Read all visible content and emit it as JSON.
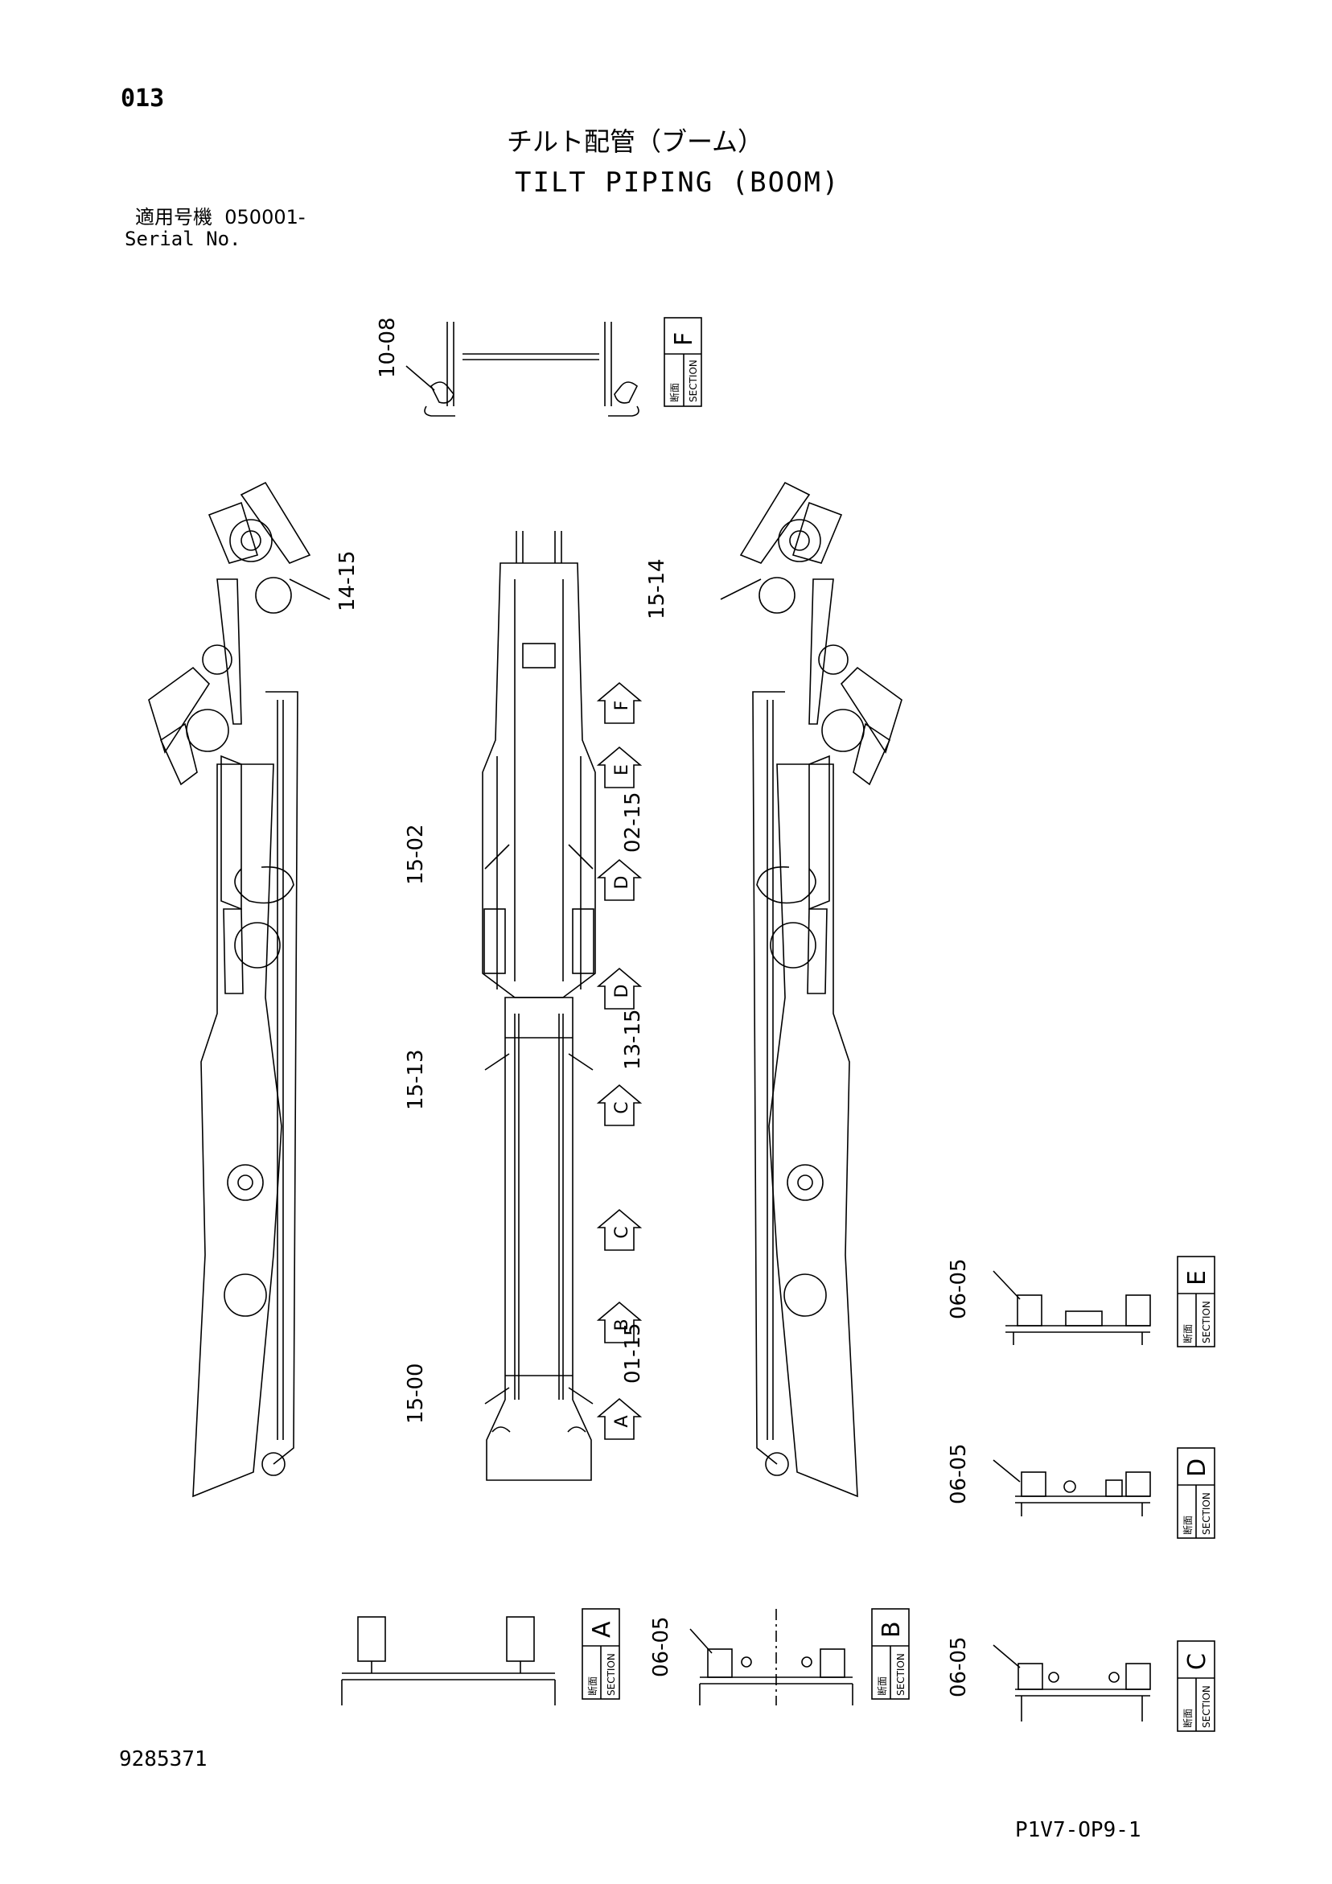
{
  "header": {
    "page_number": "013",
    "title_ja": "チルト配管（ブーム）",
    "title_en": "TILT PIPING (BOOM)",
    "serial_label_ja": "適用号機",
    "serial_value": "050001-",
    "serial_label_en": "Serial No."
  },
  "part_labels": {
    "top_f": "10-08",
    "left_14_15": "14-15",
    "right_15_14": "15-14",
    "mid_15_02": "15-02",
    "mid_02_15": "02-15",
    "mid_15_13": "15-13",
    "mid_13_15": "13-15",
    "mid_15_00": "15-00",
    "mid_01_15": "01-15",
    "sec_e": "06-05",
    "sec_d": "06-05",
    "sec_b": "06-05",
    "sec_c": "06-05"
  },
  "arrows": [
    "F",
    "E",
    "D",
    "D",
    "C",
    "C",
    "B",
    "A"
  ],
  "sections": {
    "label_ja": "断面",
    "label_en": "SECTION",
    "letters": {
      "f": "F",
      "e": "E",
      "d": "D",
      "a": "A",
      "b": "B",
      "c": "C"
    }
  },
  "footer": {
    "document_number": "9285371",
    "reference_code": "P1V7-OP9-1"
  }
}
